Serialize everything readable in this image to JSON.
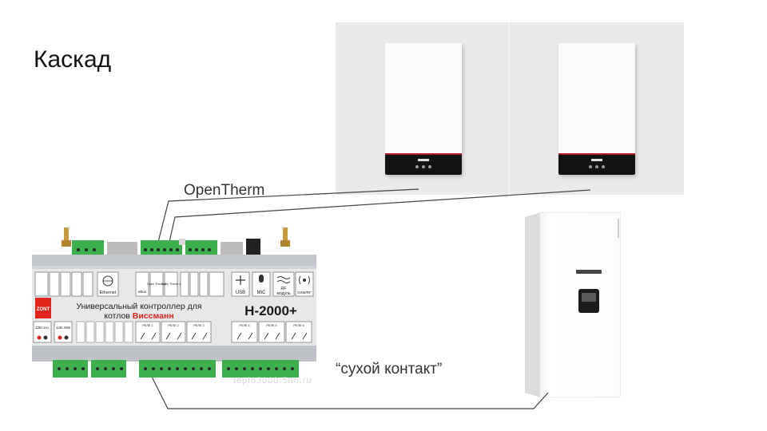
{
  "slide": {
    "title": "Каскад"
  },
  "labels": {
    "opentherm": "OpenTherm",
    "dry_contact": "“сухой контакт”"
  },
  "controller": {
    "brand_logo": "ZONT",
    "description_line1": "Универсальный контроллер для",
    "description_line2": "котлов",
    "description_brand": "Виссманн",
    "model": "H-2000+",
    "port_ethernet": "Ethernet",
    "port_usb": "USB",
    "port_mic": "MIC",
    "port_rf_line1": "RF",
    "port_rf_line2": "модуль",
    "port_gsm": "GSM/RF",
    "port_opentherm_1": "Open Therm 1",
    "port_opentherm_2": "Open Therm 2",
    "port_ebus": "eBus",
    "relay_labels": [
      "РЕЛЕ 1",
      "РЕЛЕ 2",
      "РЕЛЕ 3",
      "РЕЛЕ 4",
      "РЕЛЕ 5",
      "РЕЛЕ 6"
    ],
    "power_main": "12В осн.",
    "power_backup": "12В АКБ"
  },
  "watermark": "teplo3000.5nn.ru",
  "colors": {
    "controller_body": "#cfd2d6",
    "terminal_green": "#3cb04c",
    "boiler_panel": "#e9eae9",
    "brand_red": "#e1251b",
    "wire": "#444444"
  },
  "icons": [
    "antenna-icon",
    "ethernet-icon",
    "usb-icon",
    "microphone-icon",
    "rf-module-icon",
    "gsm-signal-icon"
  ]
}
